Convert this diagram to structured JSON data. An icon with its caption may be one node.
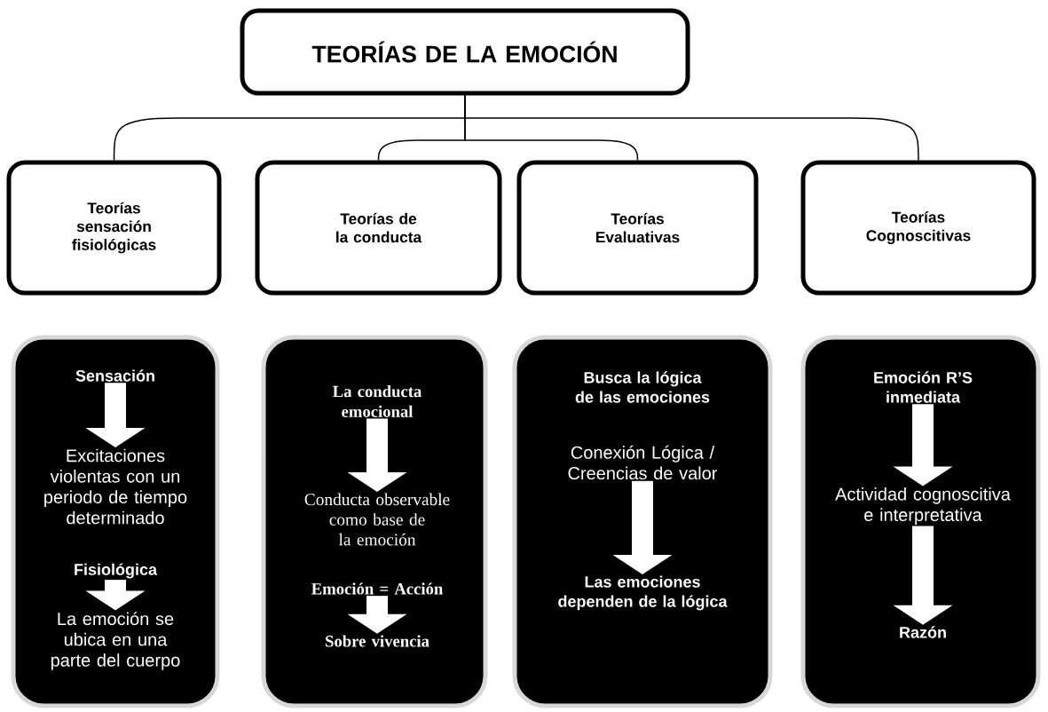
{
  "diagram": {
    "nodes": [
      {
        "text": [
          "TEORÍAS DE LA EMOCIÓN"
        ]
      },
      {
        "text": [
          "Teorías sensación fisiológicas"
        ]
      },
      {
        "text": [
          "Teorías de la conducta"
        ]
      },
      {
        "text": [
          "Teorías Evaluativas"
        ]
      },
      {
        "text": [
          "Teorías Cognoscitivas"
        ]
      },
      {
        "text": [],
        "shape": "box"
      },
      {
        "text": [],
        "shape": "box"
      },
      {
        "text": [],
        "shape": "box"
      },
      {
        "text": [],
        "shape": "box"
      },
      {
        "text": [
          "Sensación"
        ],
        "in": 5
      },
      {
        "text": [
          "Excitaciones violentas con un periodo de tiempo determinado"
        ],
        "in": 5
      },
      {
        "text": [
          "Fisiológica"
        ],
        "in": 5
      },
      {
        "text": [
          "La emoción se ubica en una parte del cuerpo"
        ],
        "in": 5
      },
      {
        "text": [
          "La conducta emocional"
        ],
        "in": 6
      },
      {
        "text": [
          "Conducta observable como base de la emoción"
        ],
        "in": 6
      },
      {
        "text": [
          "Emoción = Acción"
        ],
        "in": 6
      },
      {
        "text": [
          "Sobre vivencia"
        ],
        "in": 6
      },
      {
        "text": [
          "Busca la lógica de las emociones"
        ],
        "in": 7
      },
      {
        "text": [
          "Conexión Lógica / Creencias de valor"
        ],
        "in": 7
      },
      {
        "text": [
          "Las emociones dependen de la lógica"
        ],
        "in": 7
      },
      {
        "text": [
          "Emoción R’S inmediata"
        ],
        "in": 8
      },
      {
        "text": [
          "Actividad cognoscitiva e interpretativa"
        ],
        "in": 8
      },
      {
        "text": [
          "Razón"
        ],
        "in": 8
      }
    ],
    "edges": [
      {
        "from": 0,
        "to": 1,
        "arrow": "none",
        "color": "#000000"
      },
      {
        "from": 0,
        "to": 2,
        "arrow": "none",
        "color": "#000000"
      },
      {
        "from": 0,
        "to": 3,
        "arrow": "none",
        "color": "#000000"
      },
      {
        "from": 0,
        "to": 4,
        "arrow": "none",
        "color": "#000000"
      },
      {
        "from": 9,
        "to": 10,
        "arrow": "to"
      },
      {
        "from": 11,
        "to": 12,
        "arrow": "to"
      },
      {
        "from": 13,
        "to": 14,
        "arrow": "to"
      },
      {
        "from": 15,
        "to": 16,
        "arrow": "to"
      },
      {
        "from": 18,
        "to": 19,
        "arrow": "to"
      },
      {
        "from": 20,
        "to": 21,
        "arrow": "to"
      },
      {
        "from": 21,
        "to": 22,
        "arrow": "to"
      }
    ]
  }
}
